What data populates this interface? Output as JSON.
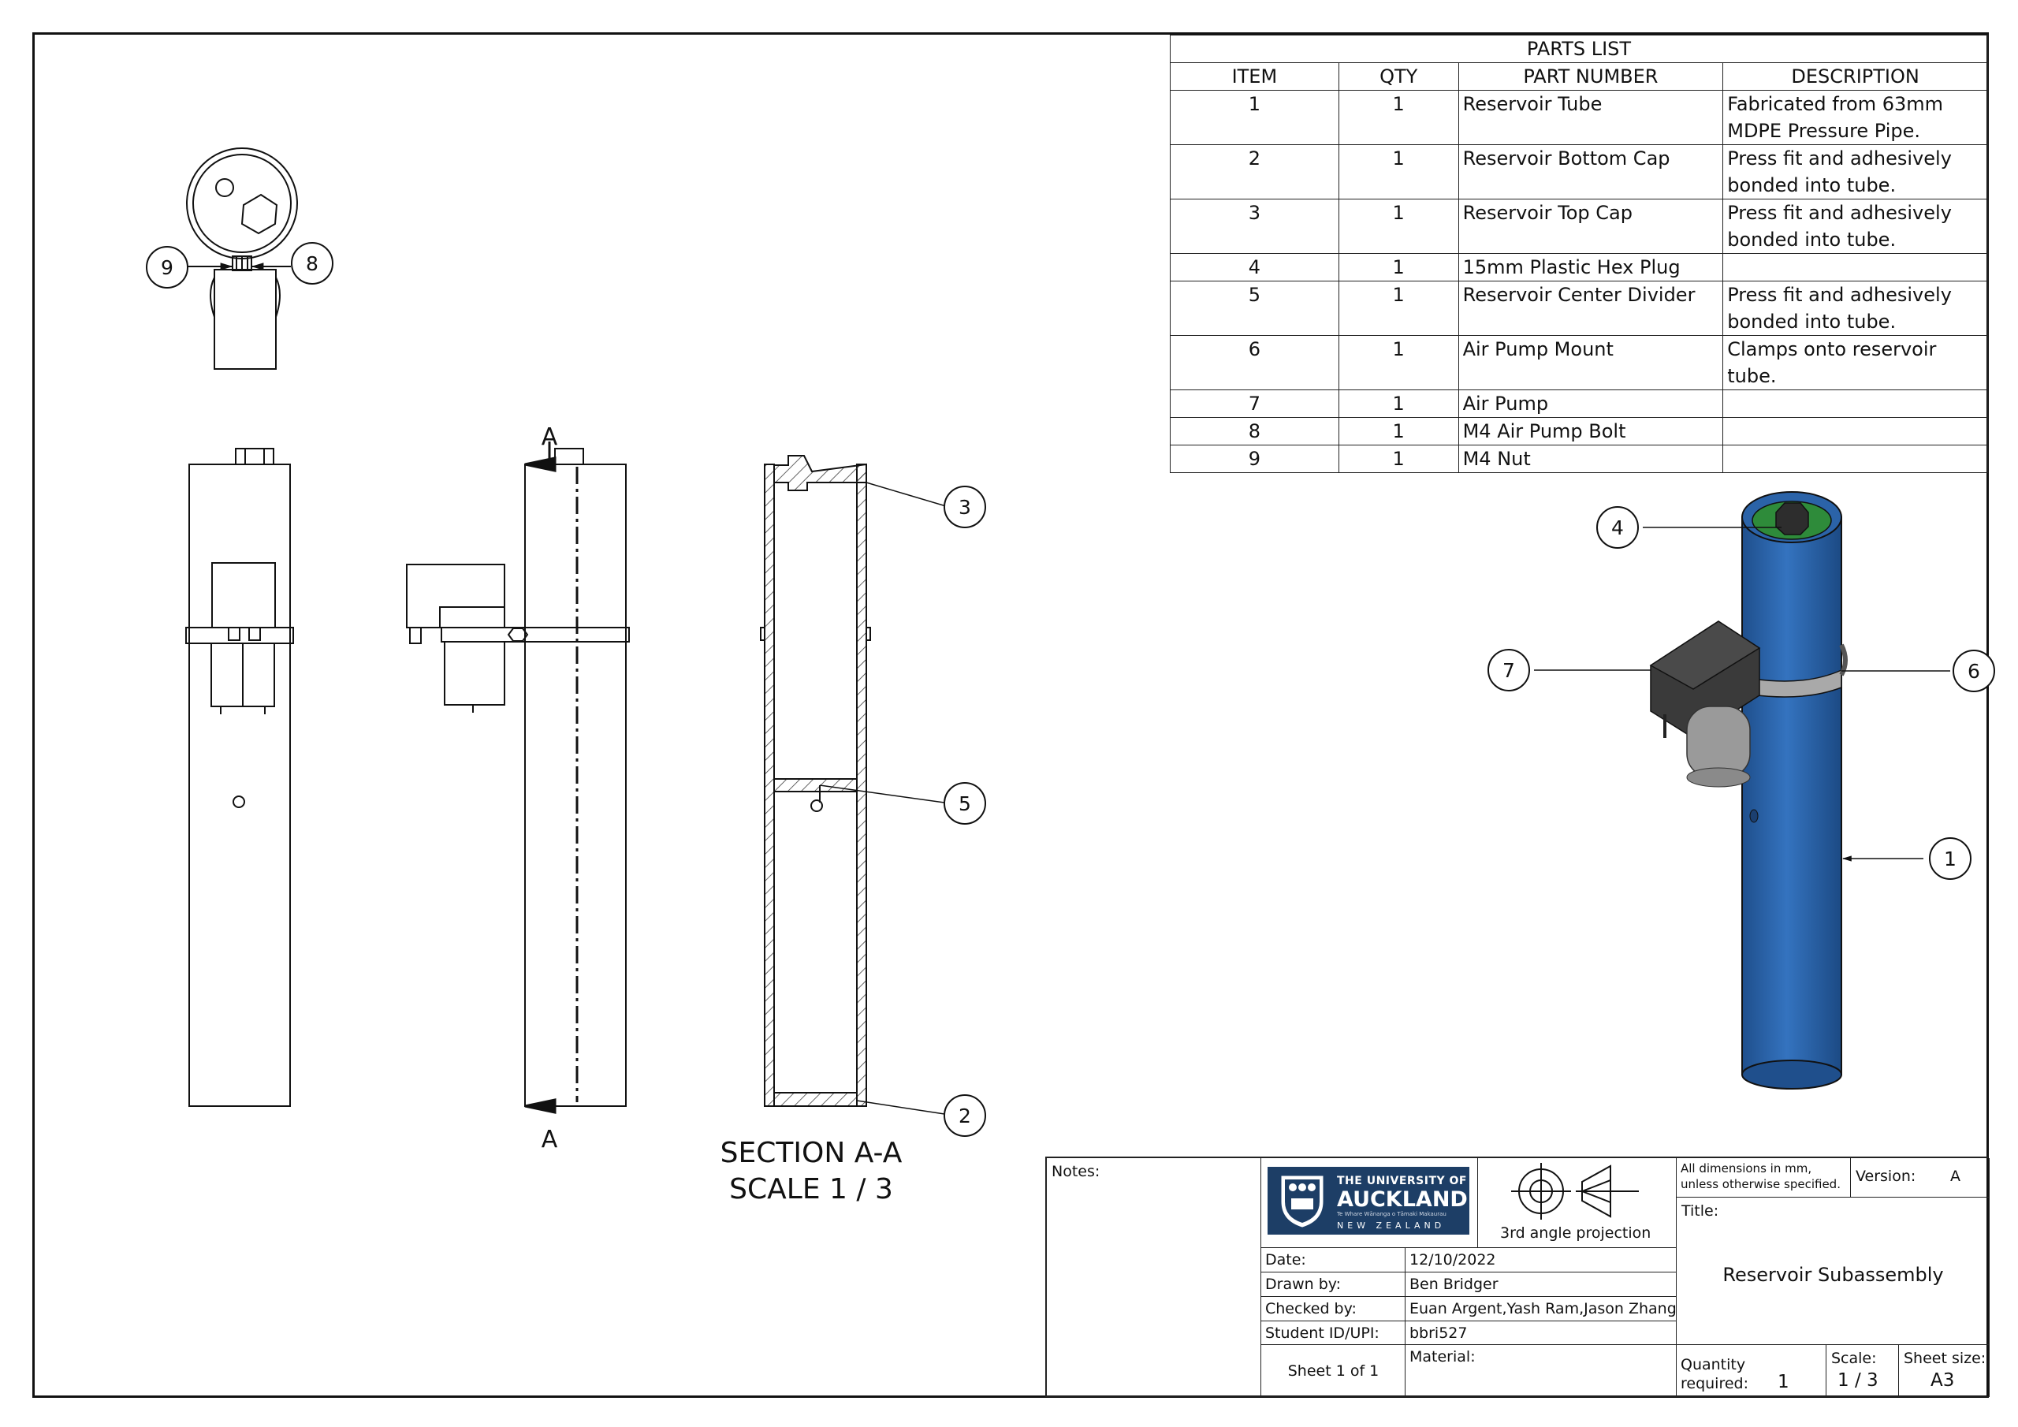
{
  "parts_list": {
    "title": "PARTS LIST",
    "headers": [
      "ITEM",
      "QTY",
      "PART NUMBER",
      "DESCRIPTION"
    ],
    "rows": [
      {
        "item": "1",
        "qty": "1",
        "part": "Reservoir Tube",
        "desc": "Fabricated from 63mm MDPE Pressure Pipe."
      },
      {
        "item": "2",
        "qty": "1",
        "part": "Reservoir Bottom Cap",
        "desc": "Press fit and adhesively bonded into tube."
      },
      {
        "item": "3",
        "qty": "1",
        "part": "Reservoir Top Cap",
        "desc": "Press fit and adhesively bonded into tube."
      },
      {
        "item": "4",
        "qty": "1",
        "part": "15mm Plastic Hex Plug",
        "desc": ""
      },
      {
        "item": "5",
        "qty": "1",
        "part": "Reservoir Center Divider",
        "desc": "Press fit and adhesively bonded into tube."
      },
      {
        "item": "6",
        "qty": "1",
        "part": "Air Pump Mount",
        "desc": "Clamps onto reservoir tube."
      },
      {
        "item": "7",
        "qty": "1",
        "part": "Air Pump",
        "desc": ""
      },
      {
        "item": "8",
        "qty": "1",
        "part": "M4 Air Pump Bolt",
        "desc": ""
      },
      {
        "item": "9",
        "qty": "1",
        "part": "M4 Nut",
        "desc": ""
      }
    ]
  },
  "views": {
    "section_marker_top": "A",
    "section_marker_bottom": "A",
    "section_title": "SECTION A-A",
    "section_scale": "SCALE 1 / 3"
  },
  "balloons": [
    "1",
    "2",
    "3",
    "4",
    "5",
    "6",
    "7",
    "8",
    "9"
  ],
  "title_block": {
    "notes_label": "Notes:",
    "logo_line1": "THE UNIVERSITY OF",
    "logo_line2": "AUCKLAND",
    "logo_line3": "Te Whare Wānanga o Tāmaki Makaurau",
    "logo_line4": "NEW ZEALAND",
    "projection": "3rd angle projection",
    "dims_note_line1": "All dimensions in mm,",
    "dims_note_line2": "unless otherwise specified.",
    "version_label": "Version:",
    "version": "A",
    "title_label": "Title:",
    "title": "Reservoir Subassembly",
    "date_label": "Date:",
    "date": "12/10/2022",
    "drawn_label": "Drawn by:",
    "drawn": "Ben Bridger",
    "checked_label": "Checked by:",
    "checked": "Euan Argent,Yash Ram,Jason Zhang",
    "student_label": "Student ID/UPI:",
    "student": "bbri527",
    "sheet": "Sheet 1 of 1",
    "material_label": "Material:",
    "quantity_label_1": "Quantity",
    "quantity_label_2": "required:",
    "quantity": "1",
    "scale_label": "Scale:",
    "scale": "1 / 3",
    "size_label": "Sheet size:",
    "size": "A3"
  },
  "colors": {
    "tube_blue": "#2b63a8",
    "cap_green": "#2e8b3a",
    "pump_dark": "#3a3a3a",
    "logo_navy": "#1d3e66"
  }
}
